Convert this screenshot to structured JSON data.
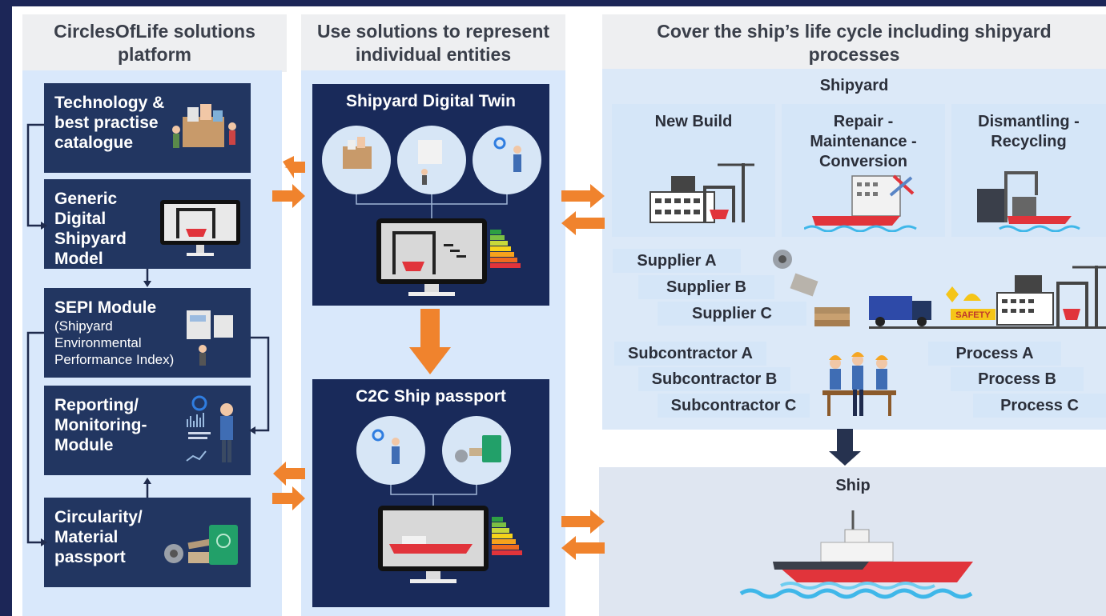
{
  "columns": {
    "platform_heading": "CirclesOfLife solutions platform",
    "entities_heading": "Use solutions to represent individual entities",
    "lifecycle_heading": "Cover the ship’s life cycle including shipyard processes"
  },
  "platform": {
    "items": [
      {
        "label": "Technology & best practise catalogue"
      },
      {
        "label": "Generic Digital Shipyard Model"
      },
      {
        "label": "SEPI Module",
        "sublabel": "(Shipyard Environmental Performance Index)"
      },
      {
        "label": "Reporting/ Monitoring-Module"
      },
      {
        "label": "Circularity/ Material passport"
      }
    ]
  },
  "entities": {
    "twin_title": "Shipyard Digital Twin",
    "passport_title": "C2C Ship passport"
  },
  "lifecycle": {
    "shipyard_title": "Shipyard",
    "phases": [
      "New Build",
      "Repair - Maintenance - Conversion",
      "Dismantling - Recycling"
    ],
    "suppliers": [
      "Supplier A",
      "Supplier B",
      "Supplier C"
    ],
    "subcontractors": [
      "Subcontractor A",
      "Subcontractor B",
      "Subcontractor C"
    ],
    "processes": [
      "Process A",
      "Process B",
      "Process C"
    ],
    "ship_title": "Ship",
    "safety_sign": "SAFETY"
  },
  "colors": {
    "navy": "#223661",
    "dark_navy": "#192a5a",
    "panel_blue": "#d9e8fb",
    "arrow_orange": "#f0832d",
    "ship_red": "#e1343b"
  }
}
